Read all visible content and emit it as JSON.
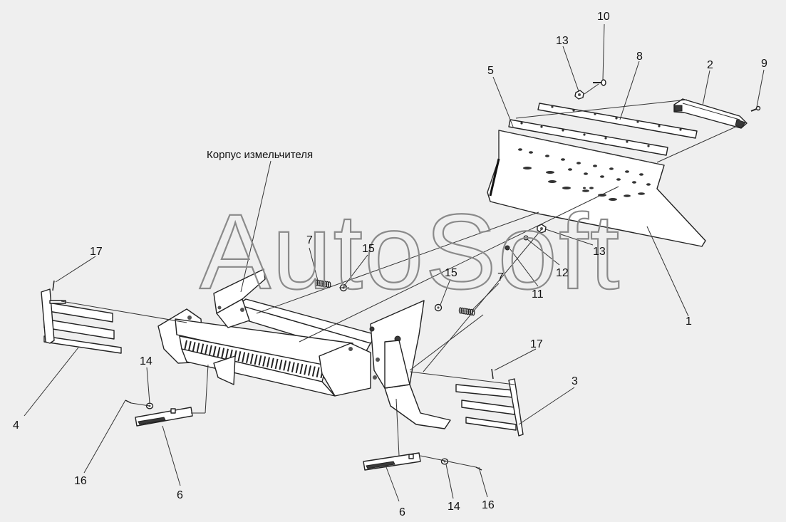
{
  "diagram": {
    "assembly_label": "Корпус измельчителя",
    "watermark": "AutoSoft",
    "callouts": [
      {
        "id": "c1",
        "text": "1"
      },
      {
        "id": "c2",
        "text": "2"
      },
      {
        "id": "c3",
        "text": "3"
      },
      {
        "id": "c4",
        "text": "4"
      },
      {
        "id": "c5",
        "text": "5"
      },
      {
        "id": "c6a",
        "text": "6"
      },
      {
        "id": "c6b",
        "text": "6"
      },
      {
        "id": "c7a",
        "text": "7"
      },
      {
        "id": "c7b",
        "text": "7"
      },
      {
        "id": "c8",
        "text": "8"
      },
      {
        "id": "c9",
        "text": "9"
      },
      {
        "id": "c10",
        "text": "10"
      },
      {
        "id": "c11",
        "text": "11"
      },
      {
        "id": "c12",
        "text": "12"
      },
      {
        "id": "c13a",
        "text": "13"
      },
      {
        "id": "c13b",
        "text": "13"
      },
      {
        "id": "c14a",
        "text": "14"
      },
      {
        "id": "c14b",
        "text": "14"
      },
      {
        "id": "c15a",
        "text": "15"
      },
      {
        "id": "c15b",
        "text": "15"
      },
      {
        "id": "c16a",
        "text": "16"
      },
      {
        "id": "c16b",
        "text": "16"
      },
      {
        "id": "c17a",
        "text": "17"
      },
      {
        "id": "c17b",
        "text": "17"
      }
    ]
  }
}
